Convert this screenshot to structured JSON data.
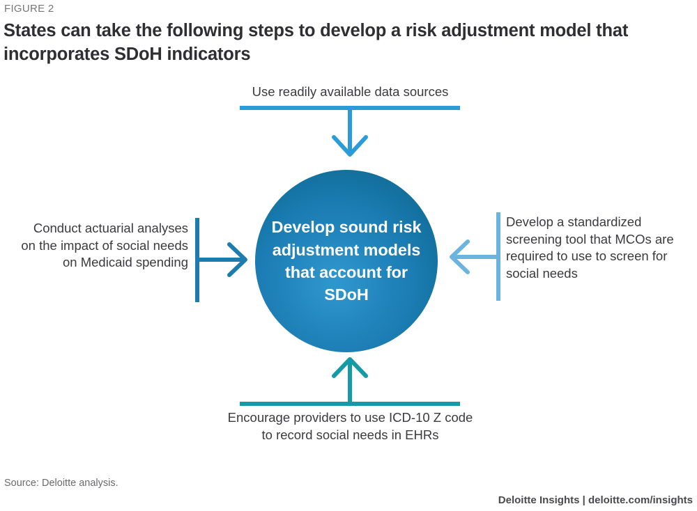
{
  "header": {
    "figure_label": "FIGURE 2",
    "title": "States can take the following steps to develop a risk adjustment model that incorporates SDoH indicators"
  },
  "diagram": {
    "center": {
      "text": "Develop sound risk adjustment models that account for SDoH",
      "shape": "circle",
      "fill_center": "#2f97cf",
      "fill_edge": "#11607f"
    },
    "steps": [
      {
        "position": "top",
        "label": "Use readily available data sources",
        "arrow_direction": "down",
        "color": "#2B9CD8"
      },
      {
        "position": "left",
        "label": "Conduct actuarial analyses on the impact of social needs on Medicaid spending",
        "arrow_direction": "right",
        "color": "#1B7CAD"
      },
      {
        "position": "right",
        "label": "Develop a standardized screening tool that MCOs are required to use to screen for social needs",
        "arrow_direction": "left",
        "color": "#6AB4DD"
      },
      {
        "position": "bottom",
        "label": "Encourage providers to use ICD-10 Z code to record social needs in EHRs",
        "arrow_direction": "up",
        "color": "#159BA8"
      }
    ]
  },
  "footer": {
    "source": "Source: Deloitte analysis.",
    "brand": "Deloitte Insights | deloitte.com/insights"
  }
}
